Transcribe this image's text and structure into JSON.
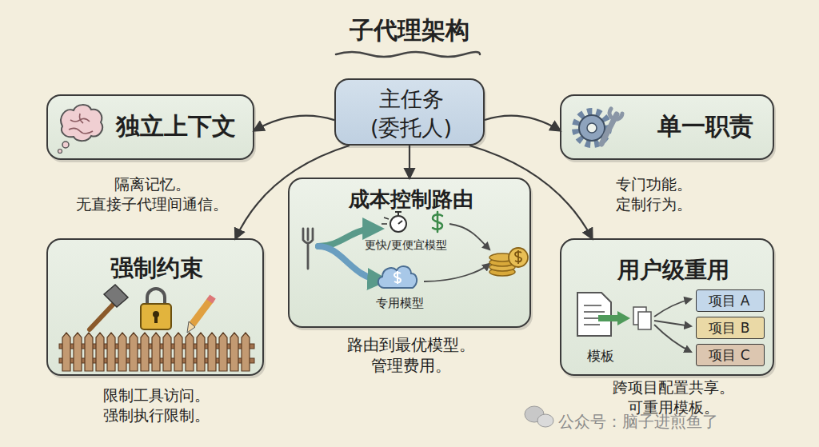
{
  "diagram": {
    "title": "子代理架构",
    "nodes": [
      {
        "text": [
          "主任务 (委托人)"
        ]
      },
      {
        "text": [
          "独立上下文",
          "隔离记忆。 无直接子代理间通信。"
        ]
      },
      {
        "text": [
          "单一职责",
          "专门功能。 定制行为。"
        ]
      },
      {
        "text": [
          "成本控制路由",
          "路由到最优模型。 管理费用。"
        ]
      },
      {
        "text": [
          "强制约束",
          "限制工具访问。 强制执行限制。"
        ]
      },
      {
        "text": [
          "用户级重用",
          "跨项目配置共享。 可重用模板。"
        ]
      },
      {
        "text": [
          "项目 A"
        ],
        "in": 5
      },
      {
        "text": [
          "项目 B"
        ],
        "in": 5
      },
      {
        "text": [
          "项目 C"
        ],
        "in": 5
      }
    ],
    "edges": [
      {
        "from": 0,
        "to": 1,
        "arrow": "to"
      },
      {
        "from": 0,
        "to": 2,
        "arrow": "to"
      },
      {
        "from": 0,
        "to": 3,
        "arrow": "to"
      },
      {
        "from": 0,
        "to": 4,
        "arrow": "to"
      },
      {
        "from": 0,
        "to": 5,
        "arrow": "to"
      }
    ],
    "labels": [
      "更快/更便宜模型",
      "专用模型",
      "模板",
      "公众号：脑子进煎鱼了"
    ]
  }
}
